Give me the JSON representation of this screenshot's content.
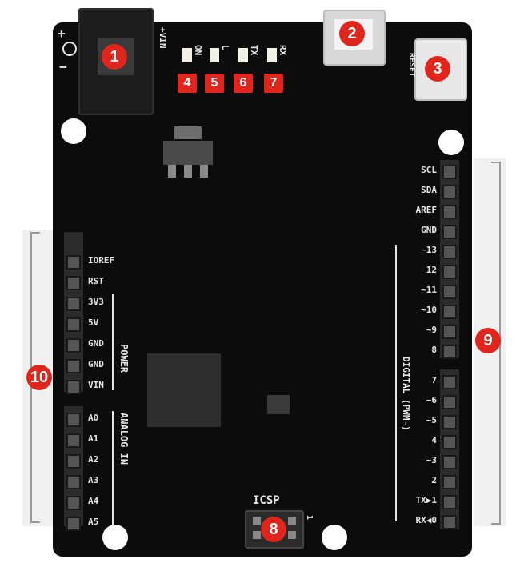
{
  "power_jack": {
    "plus": "+",
    "minus": "−",
    "vin": "+VIN"
  },
  "leds": [
    "ON",
    "L",
    "TX",
    "RX"
  ],
  "reset_label": "RESET",
  "icsp_label": "ICSP",
  "icsp_pin1": "1",
  "power_header": {
    "pins": [
      "IOREF",
      "RST",
      "3V3",
      "5V",
      "GND",
      "GND",
      "VIN"
    ],
    "group": "POWER"
  },
  "analog_header": {
    "pins": [
      "A0",
      "A1",
      "A2",
      "A3",
      "A4",
      "A5"
    ],
    "group": "ANALOG IN"
  },
  "digital_upper": [
    "SCL",
    "SDA",
    "AREF",
    "GND",
    "~13",
    "12",
    "~11",
    "~10",
    "~9",
    "8"
  ],
  "digital_lower": [
    "7",
    "~6",
    "~5",
    "4",
    "~3",
    "2",
    "TX▶1",
    "RX◀0"
  ],
  "digital_group": "DIGITAL (PWM~)",
  "callouts": [
    "1",
    "2",
    "3",
    "4",
    "5",
    "6",
    "7",
    "8",
    "9",
    "10"
  ],
  "colors": {
    "board": "#0c0c0c",
    "badge": "#e0261c",
    "header": "#2b2b2b",
    "bracket": "#cfcfcf"
  }
}
